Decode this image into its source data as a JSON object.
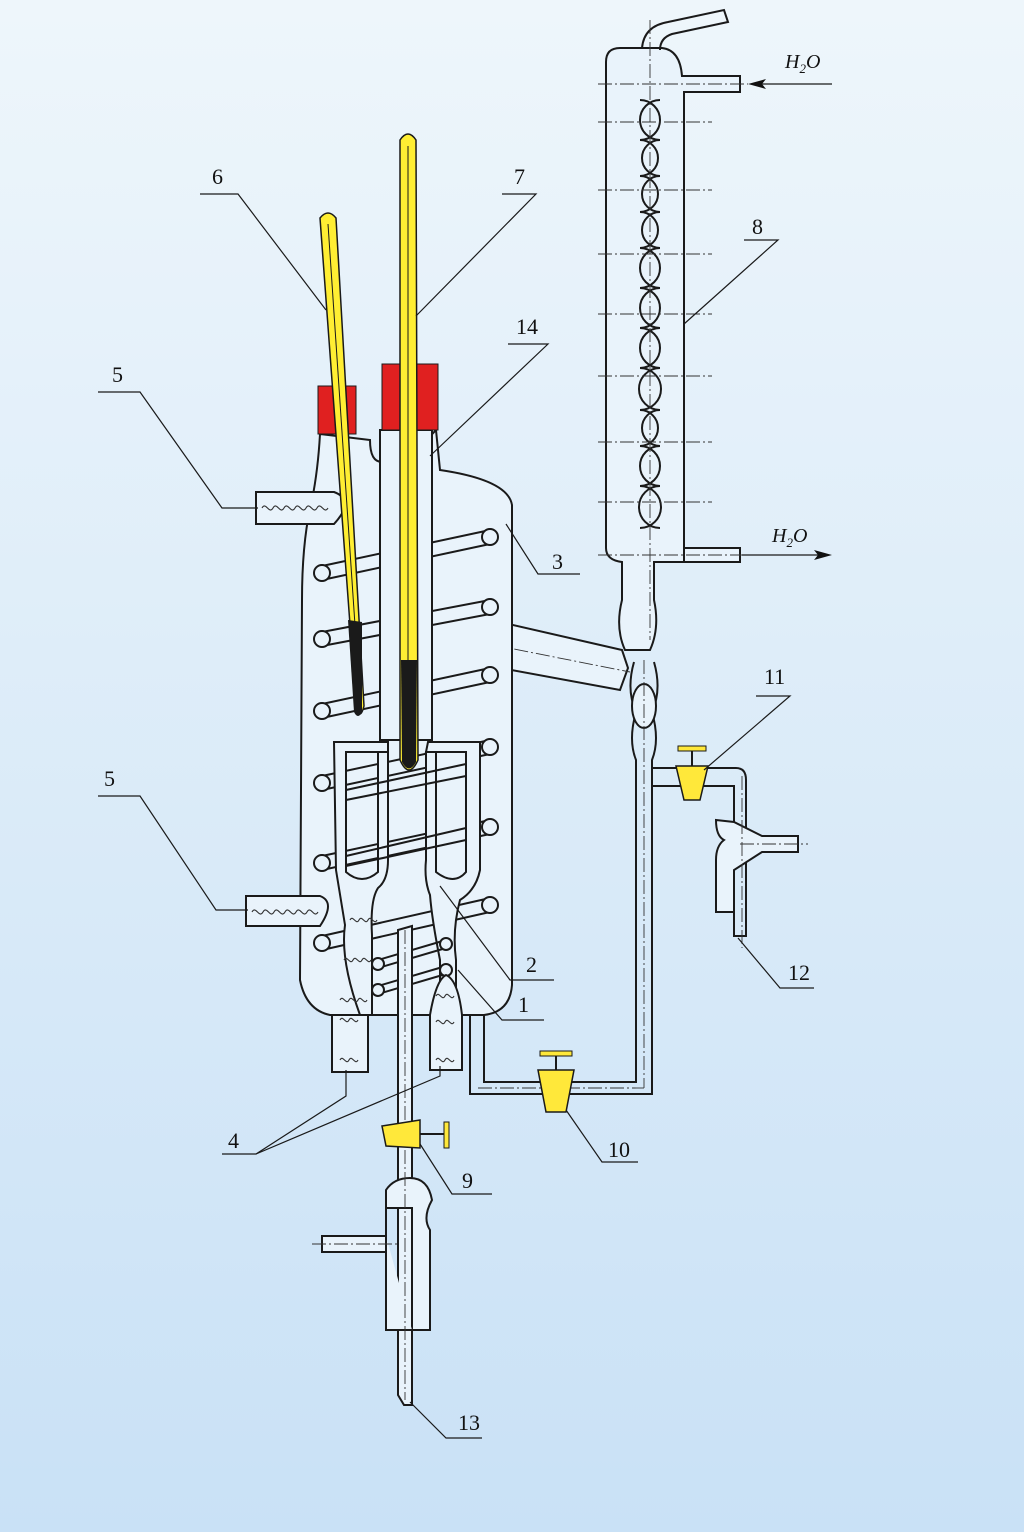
{
  "labels": {
    "l1": "1",
    "l2": "2",
    "l3": "3",
    "l4": "4",
    "l5a": "5",
    "l5b": "5",
    "l6": "6",
    "l7": "7",
    "l8": "8",
    "l9": "9",
    "l10": "10",
    "l11": "11",
    "l12": "12",
    "l13": "13",
    "l14": "14"
  },
  "water": {
    "in_main": "H",
    "in_sub": "2",
    "in_tail": "O",
    "out_main": "H",
    "out_sub": "2",
    "out_tail": "O"
  },
  "colors": {
    "stopper": "#e02020",
    "thermometer": "#ffee33",
    "valve": "#ffe83a",
    "glass": "#e9f3fb",
    "line": "#1a1a1a"
  }
}
